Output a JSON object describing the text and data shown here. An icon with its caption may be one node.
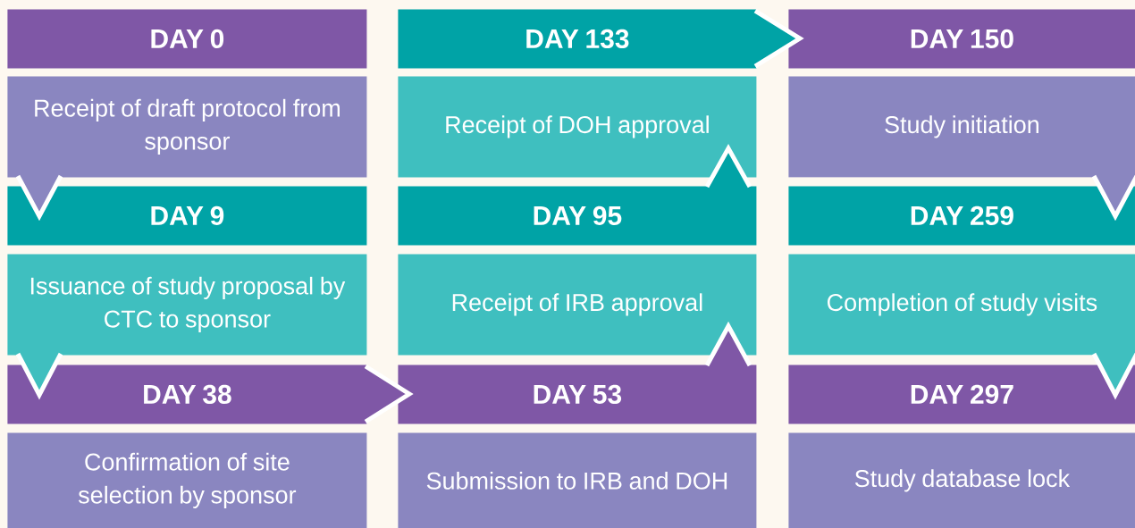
{
  "diagram": {
    "nodes": [
      {
        "text": [
          "DAY 0"
        ]
      },
      {
        "text": [
          "Receipt of draft protocol from sponsor"
        ]
      },
      {
        "text": [
          "DAY 9"
        ]
      },
      {
        "text": [
          "Issuance of study proposal by CTC to sponsor"
        ]
      },
      {
        "text": [
          "DAY 38"
        ]
      },
      {
        "text": [
          "Confirmation of site selection by sponsor"
        ]
      },
      {
        "text": [
          "DAY 133"
        ]
      },
      {
        "text": [
          "Receipt of DOH approval"
        ]
      },
      {
        "text": [
          "DAY 95"
        ]
      },
      {
        "text": [
          "Receipt of IRB approval"
        ]
      },
      {
        "text": [
          "DAY 53"
        ]
      },
      {
        "text": [
          "Submission to IRB and DOH"
        ]
      },
      {
        "text": [
          "DAY 150"
        ]
      },
      {
        "text": [
          "Study initiation"
        ]
      },
      {
        "text": [
          "DAY 259"
        ]
      },
      {
        "text": [
          "Completion of study visits"
        ]
      },
      {
        "text": [
          "DAY 297"
        ]
      },
      {
        "text": [
          "Study database lock"
        ]
      }
    ],
    "edges": [
      {
        "from": 1,
        "to": 2,
        "arrow": "to"
      },
      {
        "from": 3,
        "to": 4,
        "arrow": "to"
      },
      {
        "from": 4,
        "to": 10,
        "arrow": "to"
      },
      {
        "from": 10,
        "to": 9,
        "arrow": "to"
      },
      {
        "from": 8,
        "to": 7,
        "arrow": "to"
      },
      {
        "from": 6,
        "to": 12,
        "arrow": "to"
      },
      {
        "from": 13,
        "to": 14,
        "arrow": "to"
      },
      {
        "from": 15,
        "to": 16,
        "arrow": "to"
      }
    ]
  }
}
